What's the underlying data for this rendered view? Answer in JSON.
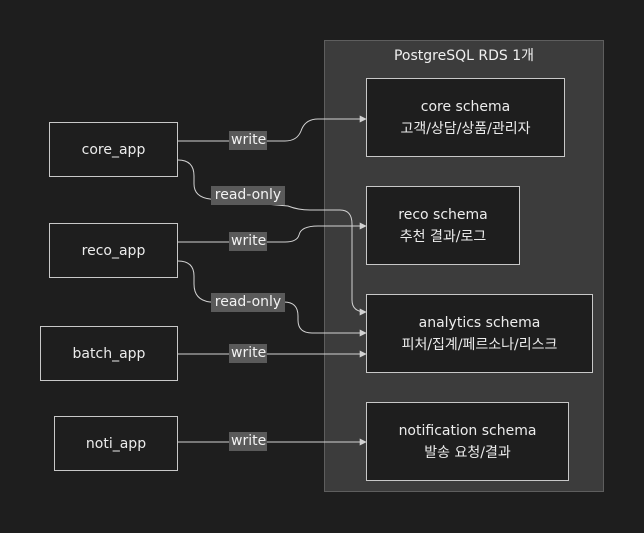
{
  "cluster": {
    "title": "PostgreSQL RDS 1개"
  },
  "apps": {
    "core": "core_app",
    "reco": "reco_app",
    "batch": "batch_app",
    "noti": "noti_app"
  },
  "schemas": {
    "core": {
      "name": "core schema",
      "desc": "고객/상담/상품/관리자"
    },
    "reco": {
      "name": "reco schema",
      "desc": "추천 결과/로그"
    },
    "analytics": {
      "name": "analytics schema",
      "desc": "피처/집계/페르소나/리스크"
    },
    "notification": {
      "name": "notification schema",
      "desc": "발송 요청/결과"
    }
  },
  "edges": {
    "core_write": "write",
    "core_read": "read-only",
    "reco_write": "write",
    "reco_read": "read-only",
    "batch_write": "write",
    "noti_write": "write"
  },
  "colors": {
    "background": "#1e1e1e",
    "cluster_fill": "#3c3c3c",
    "node_border": "#c8c8c8",
    "edge": "#d2d2d2",
    "label_fill": "#5a5a5a"
  }
}
